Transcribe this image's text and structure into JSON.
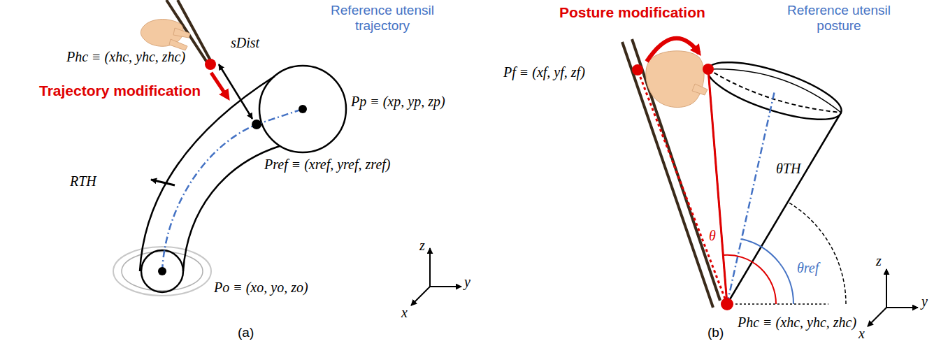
{
  "diagram": {
    "labels": [
      "Phc ≡ (xhc, yhc, zhc)",
      "sDist",
      "Reference utensil trajectory",
      "Trajectory modification",
      "Pp ≡ (xp, yp, zp)",
      "RTH",
      "Pref ≡ (xref, yref, zref)",
      "Po ≡ (xo, yo, zo)",
      "z",
      "y",
      "x",
      "(a)",
      "Posture modification",
      "Pf ≡ (xf, yf, zf)",
      "Reference utensil posture",
      "θTH",
      "θ",
      "θref",
      "Phc ≡ (xhc, yhc, zhc)",
      "z",
      "y",
      "x",
      "(b)"
    ]
  }
}
